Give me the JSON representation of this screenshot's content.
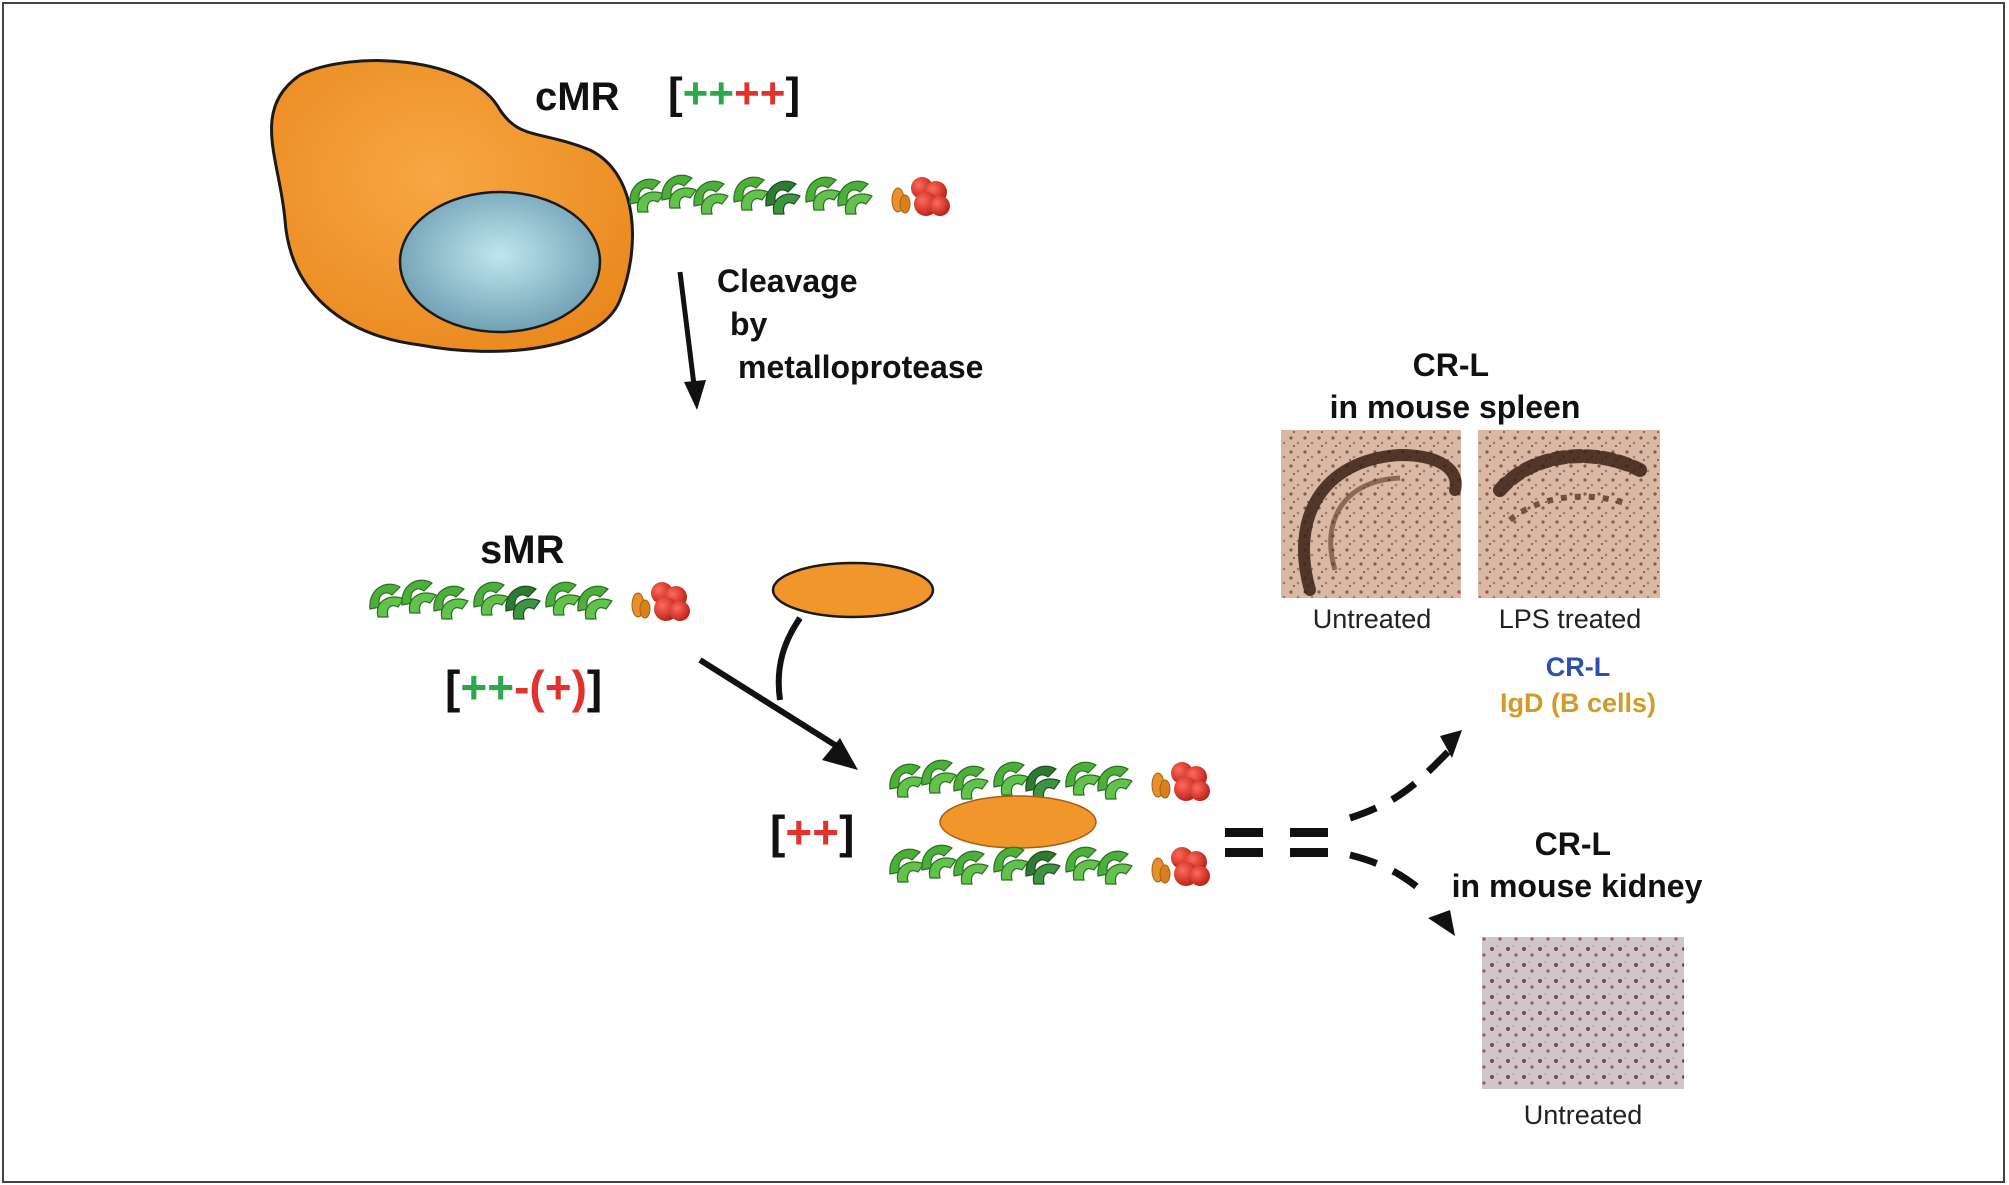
{
  "diagram": {
    "cmr_label": "cMR",
    "cmr_charge": {
      "open": "[",
      "plus_green": "++",
      "plus_red": "++",
      "close": "]"
    },
    "cleavage_lines": [
      "Cleavage",
      "by",
      "metalloprotease"
    ],
    "smr_label": "sMR",
    "smr_charge": {
      "open": "[",
      "plus_green": "++",
      "minus": "-",
      "paren_plus": "(+)",
      "close": "]"
    },
    "complex_charge": {
      "open": "[",
      "plus_red": "++",
      "close": "]"
    },
    "spleen_title": [
      "CR-L",
      "in mouse spleen"
    ],
    "spleen_captions": [
      "Untreated",
      "LPS treated"
    ],
    "legend": {
      "crl": "CR-L",
      "igd": "IgD (B cells)"
    },
    "kidney_title": [
      "CR-L",
      "in mouse kidney"
    ],
    "kidney_caption": "Untreated"
  },
  "colors": {
    "cell_body": "#f0962a",
    "nucleus": "#8ab8c8",
    "domain_green": "#4caf3a",
    "domain_dark_green": "#2d7a32",
    "domain_red": "#d93a2b",
    "plus_green": "#2da84a",
    "plus_red": "#e0332d",
    "legend_blue": "#2c4fb0",
    "legend_gold": "#d39a28",
    "stain_brown": "#3a1f14"
  }
}
